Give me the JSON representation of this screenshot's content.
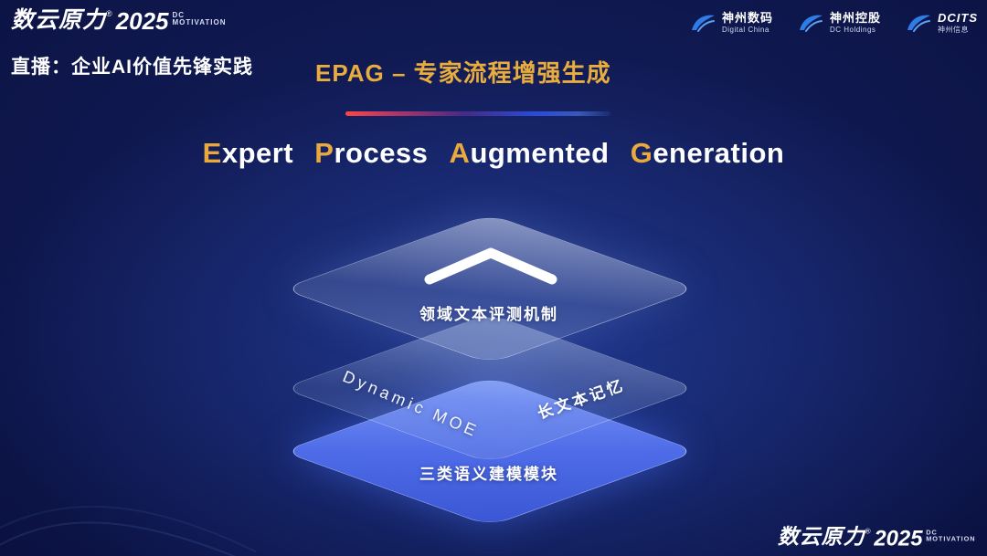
{
  "brand": {
    "name": "数云原力",
    "reg": "®",
    "year": "2025",
    "tag_line1": "DC",
    "tag_line2": "MOTIVATION"
  },
  "header": {
    "live_label": "直播：企业AI价值先锋实践",
    "slide_title": "EPAG – 专家流程增强生成",
    "partners": [
      {
        "name": "神州数码",
        "sub": "Digital China"
      },
      {
        "name": "神州控股",
        "sub": "DC Holdings"
      },
      {
        "name": "DCITS",
        "sub": "神州信息"
      }
    ]
  },
  "title": {
    "words": [
      {
        "accent": "E",
        "rest": "xpert"
      },
      {
        "accent": "P",
        "rest": "rocess"
      },
      {
        "accent": "A",
        "rest": "ugmented"
      },
      {
        "accent": "G",
        "rest": "eneration"
      }
    ]
  },
  "diagram": {
    "top_label": "领域文本评测机制",
    "middle_left_label": "Dynamic MOE",
    "middle_right_label": "长文本记忆",
    "bottom_label": "三类语义建模模块"
  },
  "colors": {
    "accent_gold": "#e9a93c",
    "title_gold": "#e9ad3e",
    "layer_blue": "#5472f2",
    "divider_red": "#ff4545",
    "divider_blue": "#2b4bd8",
    "background_navy": "#0a1140"
  }
}
